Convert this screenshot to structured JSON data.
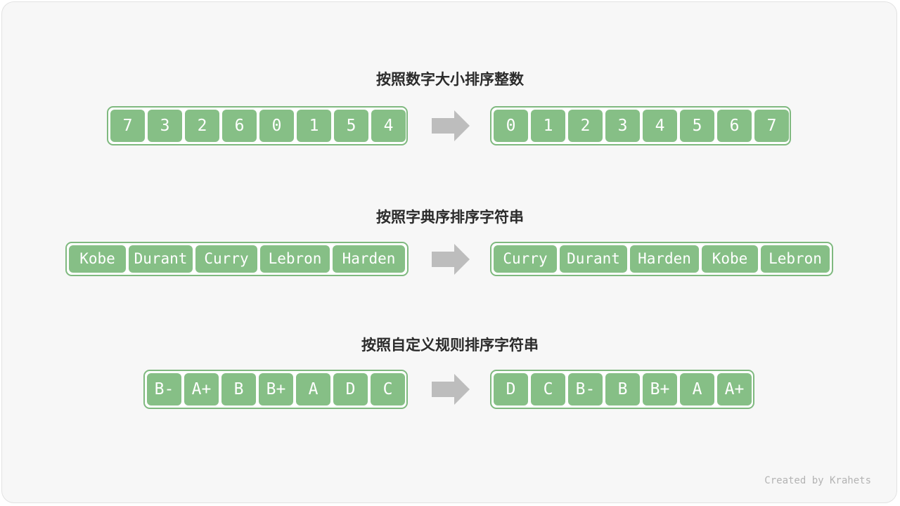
{
  "rows": [
    {
      "title": "按照数字大小排序整数",
      "before": [
        "7",
        "3",
        "2",
        "6",
        "0",
        "1",
        "5",
        "4"
      ],
      "after": [
        "0",
        "1",
        "2",
        "3",
        "4",
        "5",
        "6",
        "7"
      ]
    },
    {
      "title": "按照字典序排序字符串",
      "before": [
        "Kobe",
        "Durant",
        "Curry",
        "Lebron",
        "Harden"
      ],
      "after": [
        "Curry",
        "Durant",
        "Harden",
        "Kobe",
        "Lebron"
      ]
    },
    {
      "title": "按照自定义规则排序字符串",
      "before": [
        "B-",
        "A+",
        "B",
        "B+",
        "A",
        "D",
        "C"
      ],
      "after": [
        "D",
        "C",
        "B-",
        "B",
        "B+",
        "A",
        "A+"
      ]
    }
  ],
  "credit": "Created by Krahets",
  "colors": {
    "cell_fill": "#86bf86",
    "box_border": "#7fb97f",
    "arrow": "#bdbdbd",
    "card_bg": "#f7f7f7"
  }
}
